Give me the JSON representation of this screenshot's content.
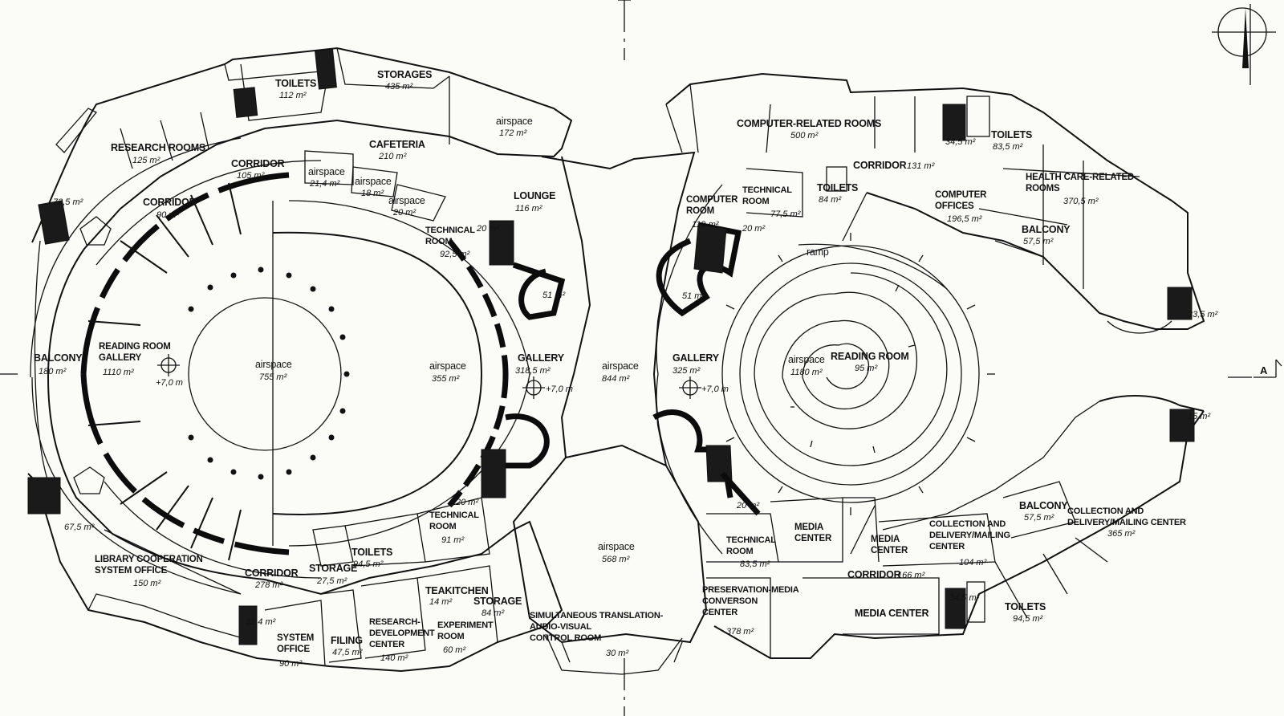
{
  "section_marker": "A",
  "rooms_left": {
    "toilets_top": {
      "name": "TOILETS",
      "area": "112 m²"
    },
    "storages": {
      "name": "STORAGES",
      "area": "435 m²"
    },
    "airspace_top_left": {
      "name": "airspace",
      "area": "172 m²"
    },
    "research_rooms": {
      "name": "RESEARCH ROOMS",
      "area": "125 m²"
    },
    "corridor_top": {
      "name": "CORRIDOR",
      "area": "105 m²"
    },
    "cafeteria": {
      "name": "CAFETERIA",
      "area": "210 m²"
    },
    "airspace_small_1": {
      "name": "airspace",
      "area": "21,4 m²"
    },
    "airspace_small_2": {
      "name": "airspace",
      "area": "18 m²"
    },
    "airspace_small_3": {
      "name": "airspace",
      "area": "20 m²"
    },
    "lounge": {
      "name": "LOUNGE",
      "area": "116 m²"
    },
    "stair_735": {
      "area": "73,5 m²"
    },
    "corridor_left": {
      "name": "CORRIDOR",
      "area": "90 m²"
    },
    "technical_room_tl": {
      "name": "TECHNICAL ROOM",
      "area": "92,5 m²"
    },
    "stair_20_tl": {
      "area": "20 m²"
    },
    "stair_51_tl": {
      "area": "51 m²"
    },
    "balcony_left": {
      "name": "BALCONY",
      "area": "180 m²"
    },
    "reading_room_gallery": {
      "name": "READING ROOM GALLERY",
      "area": "1110 m²",
      "level": "+7,0 m"
    },
    "airspace_755": {
      "name": "airspace",
      "area": "755 m²"
    },
    "airspace_355": {
      "name": "airspace",
      "area": "355 m²"
    },
    "gallery_left": {
      "name": "GALLERY",
      "area": "318,5 m²",
      "level": "+7,0 m"
    },
    "airspace_844": {
      "name": "airspace",
      "area": "844 m²"
    },
    "stair_675": {
      "area": "67,5 m²"
    },
    "library_coop": {
      "name": "LIBRARY COOPERATION SYSTEM OFFICE",
      "area": "150 m²"
    },
    "corridor_bottom": {
      "name": "CORRIDOR",
      "area": "278 m²"
    },
    "storage_small": {
      "name": "STORAGE",
      "area": "27,5 m²"
    },
    "toilets_bottom_left": {
      "name": "TOILETS",
      "area": "94,5 m²"
    },
    "technical_room_bl": {
      "name": "TECHNICAL ROOM",
      "area": "91 m²"
    },
    "stair_20_bl": {
      "area": "20 m²"
    },
    "teakitchen": {
      "name": "TEAKITCHEN",
      "area": "14 m²"
    },
    "storage_84": {
      "name": "STORAGE",
      "area": "84 m²"
    },
    "research_dev": {
      "name": "RESEARCH-DEVELOPMENT CENTER",
      "area": "140 m²"
    },
    "experiment_room": {
      "name": "EXPERIMENT ROOM",
      "area": "60 m²"
    },
    "filing": {
      "name": "FILING",
      "area": "47,5 m²"
    },
    "system_office": {
      "name": "SYSTEM OFFICE",
      "area": "90 m²"
    },
    "stair_32": {
      "area": "32,4 m²"
    }
  },
  "rooms_center": {
    "airspace_568": {
      "name": "airspace",
      "area": "568 m²"
    },
    "translation_room": {
      "name": "SIMULTANEOUS TRANSLATION-AUDIO-VISUAL CONTROL ROOM",
      "area": "30 m²"
    }
  },
  "rooms_right": {
    "computer_related": {
      "name": "COMPUTER-RELATED ROOMS",
      "area": "500 m²"
    },
    "corridor_131": {
      "name": "CORRIDOR",
      "area": "131 m²"
    },
    "toilets_top_right": {
      "name": "TOILETS",
      "area": "83,5 m²"
    },
    "stair_345_tr": {
      "area": "34,5 m²"
    },
    "health_care": {
      "name": "HEALTH CARE-RELATED ROOMS",
      "area": "370,5 m²"
    },
    "computer_room": {
      "name": "COMPUTER ROOM",
      "area": "119 m²"
    },
    "technical_room_tr": {
      "name": "TECHNICAL ROOM",
      "area": "77,5 m²"
    },
    "toilets_mid": {
      "name": "TOILETS",
      "area": "84 m²"
    },
    "computer_offices": {
      "name": "COMPUTER OFFICES",
      "area": "196,5 m²"
    },
    "balcony_right_top": {
      "name": "BALCONY",
      "area": "57,5 m²"
    },
    "stair_20_tr": {
      "area": "20 m²"
    },
    "stair_51_tr": {
      "area": "51 m²"
    },
    "stair_33_tr": {
      "area": "33,5 m²"
    },
    "ramp": {
      "name": "ramp"
    },
    "gallery_right": {
      "name": "GALLERY",
      "area": "325 m²",
      "level": "+7,0 m"
    },
    "airspace_1180": {
      "name": "airspace",
      "area": "1180 m²"
    },
    "reading_room": {
      "name": "READING ROOM",
      "area": "95 m²"
    },
    "stair_15_br": {
      "area": "15 m²"
    },
    "stair_20_br": {
      "area": "20 m²"
    },
    "technical_room_br": {
      "name": "TECHNICAL ROOM",
      "area": "83,5 m²"
    },
    "media_center_1": {
      "name": "MEDIA CENTER"
    },
    "media_center_2": {
      "name": "MEDIA CENTER"
    },
    "collection_delivery_small": {
      "name": "COLLECTION AND DELIVERY/MAILING CENTER",
      "area": "104 m²"
    },
    "balcony_right_bottom": {
      "name": "BALCONY",
      "area": "57,5 m²"
    },
    "collection_delivery_large": {
      "name": "COLLECTION AND DELIVERY/MAILING CENTER",
      "area": "365 m²"
    },
    "corridor_166": {
      "name": "CORRIDOR",
      "area": "166 m²"
    },
    "preservation_media": {
      "name": "PRESERVATION-MEDIA CONVERSON CENTER",
      "area": "378 m²"
    },
    "media_center_3": {
      "name": "MEDIA CENTER"
    },
    "stair_345_br": {
      "area": "34,5 m²"
    },
    "toilets_bottom_right": {
      "name": "TOILETS",
      "area": "94,5 m²"
    }
  }
}
